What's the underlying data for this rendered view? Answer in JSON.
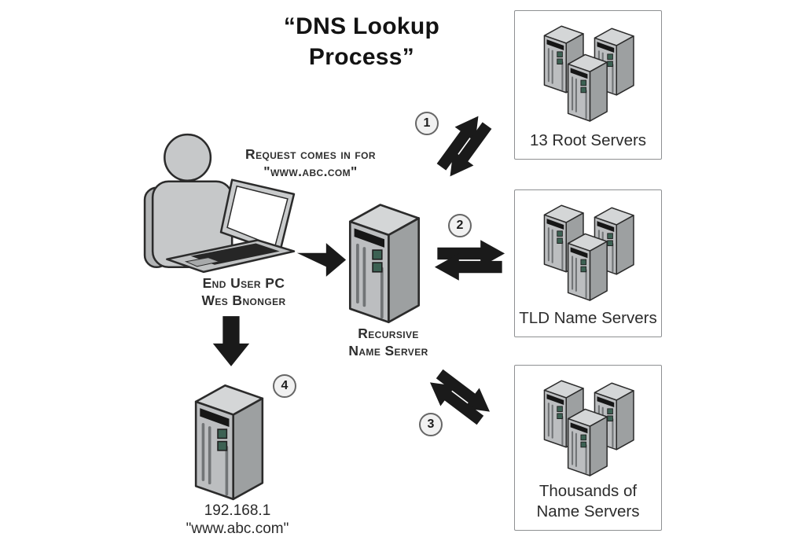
{
  "title": {
    "line1": "“DNS Lookup",
    "line2": "Process”"
  },
  "request_note": {
    "line1": "Request comes in for",
    "line2": "\"www.abc.com\""
  },
  "end_user_label": {
    "line1": "End User PC",
    "line2": "Wes Bnonger"
  },
  "recursive_server_label": {
    "line1": "Recursive",
    "line2": "Name Server"
  },
  "resolved_host_label": {
    "line1": "192.168.1",
    "line2": "\"www.abc.com\""
  },
  "server_groups": [
    {
      "lines": [
        "13 Root Servers"
      ]
    },
    {
      "lines": [
        "TLD Name Servers"
      ]
    },
    {
      "lines": [
        "Thousands of",
        "Name Servers"
      ]
    }
  ],
  "steps": [
    {
      "number": "1"
    },
    {
      "number": "2"
    },
    {
      "number": "3"
    },
    {
      "number": "4"
    }
  ],
  "icons": {
    "person_laptop": "person-with-laptop-icon",
    "server_tower": "server-tower-icon",
    "server_cluster": "server-cluster-icon",
    "request_arrow": "right-arrow-icon",
    "exchange_arrow": "double-headed-arrow-icon",
    "down_arrow": "down-arrow-icon"
  },
  "colors": {
    "background": "#ffffff",
    "text": "#2b2b2b",
    "arrow": "#1a1a1a",
    "server_front": "#bcbec0",
    "server_side": "#9da0a1",
    "server_top": "#d4d6d7",
    "server_button": "#3c6153",
    "outline": "#2b2b2b",
    "panel_border": "#8e9092",
    "badge_fill": "#f1f1f1",
    "badge_border": "#666666"
  }
}
